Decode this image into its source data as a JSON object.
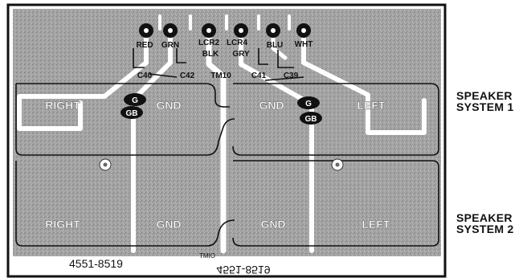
{
  "pads": {
    "red": "RED",
    "grn": "GRN",
    "lcr2": "LCR2",
    "lcr4": "LCR4",
    "blu": "BLU",
    "wht": "WHT",
    "blk": "BLK",
    "gry": "GRY",
    "c40": "C40",
    "c42": "C42",
    "c41": "C41",
    "c39": "C39",
    "tm10_top": "TM10",
    "tm10_bottom": "TMIO"
  },
  "zones": {
    "right_1": "RIGHT",
    "gnd_1a": "GND",
    "gnd_1b": "GND",
    "left_1": "LEFT",
    "right_2": "RIGHT",
    "gnd_2a": "GND",
    "gnd_2b": "GND",
    "left_2": "LEFT",
    "g_left": "G",
    "gb_left": "GB",
    "g_right": "G",
    "gb_right": "GB"
  },
  "part_number": "4551-8519",
  "part_number_mirrored": "4551-8519",
  "speaker_1": {
    "line1": "SPEAKER",
    "line2": "SYSTEM 1"
  },
  "speaker_2": {
    "line1": "SPEAKER",
    "line2": "SYSTEM 2"
  },
  "colors": {
    "board": "#a3a3a3",
    "trace": "#ffffff",
    "ink": "#111111"
  }
}
